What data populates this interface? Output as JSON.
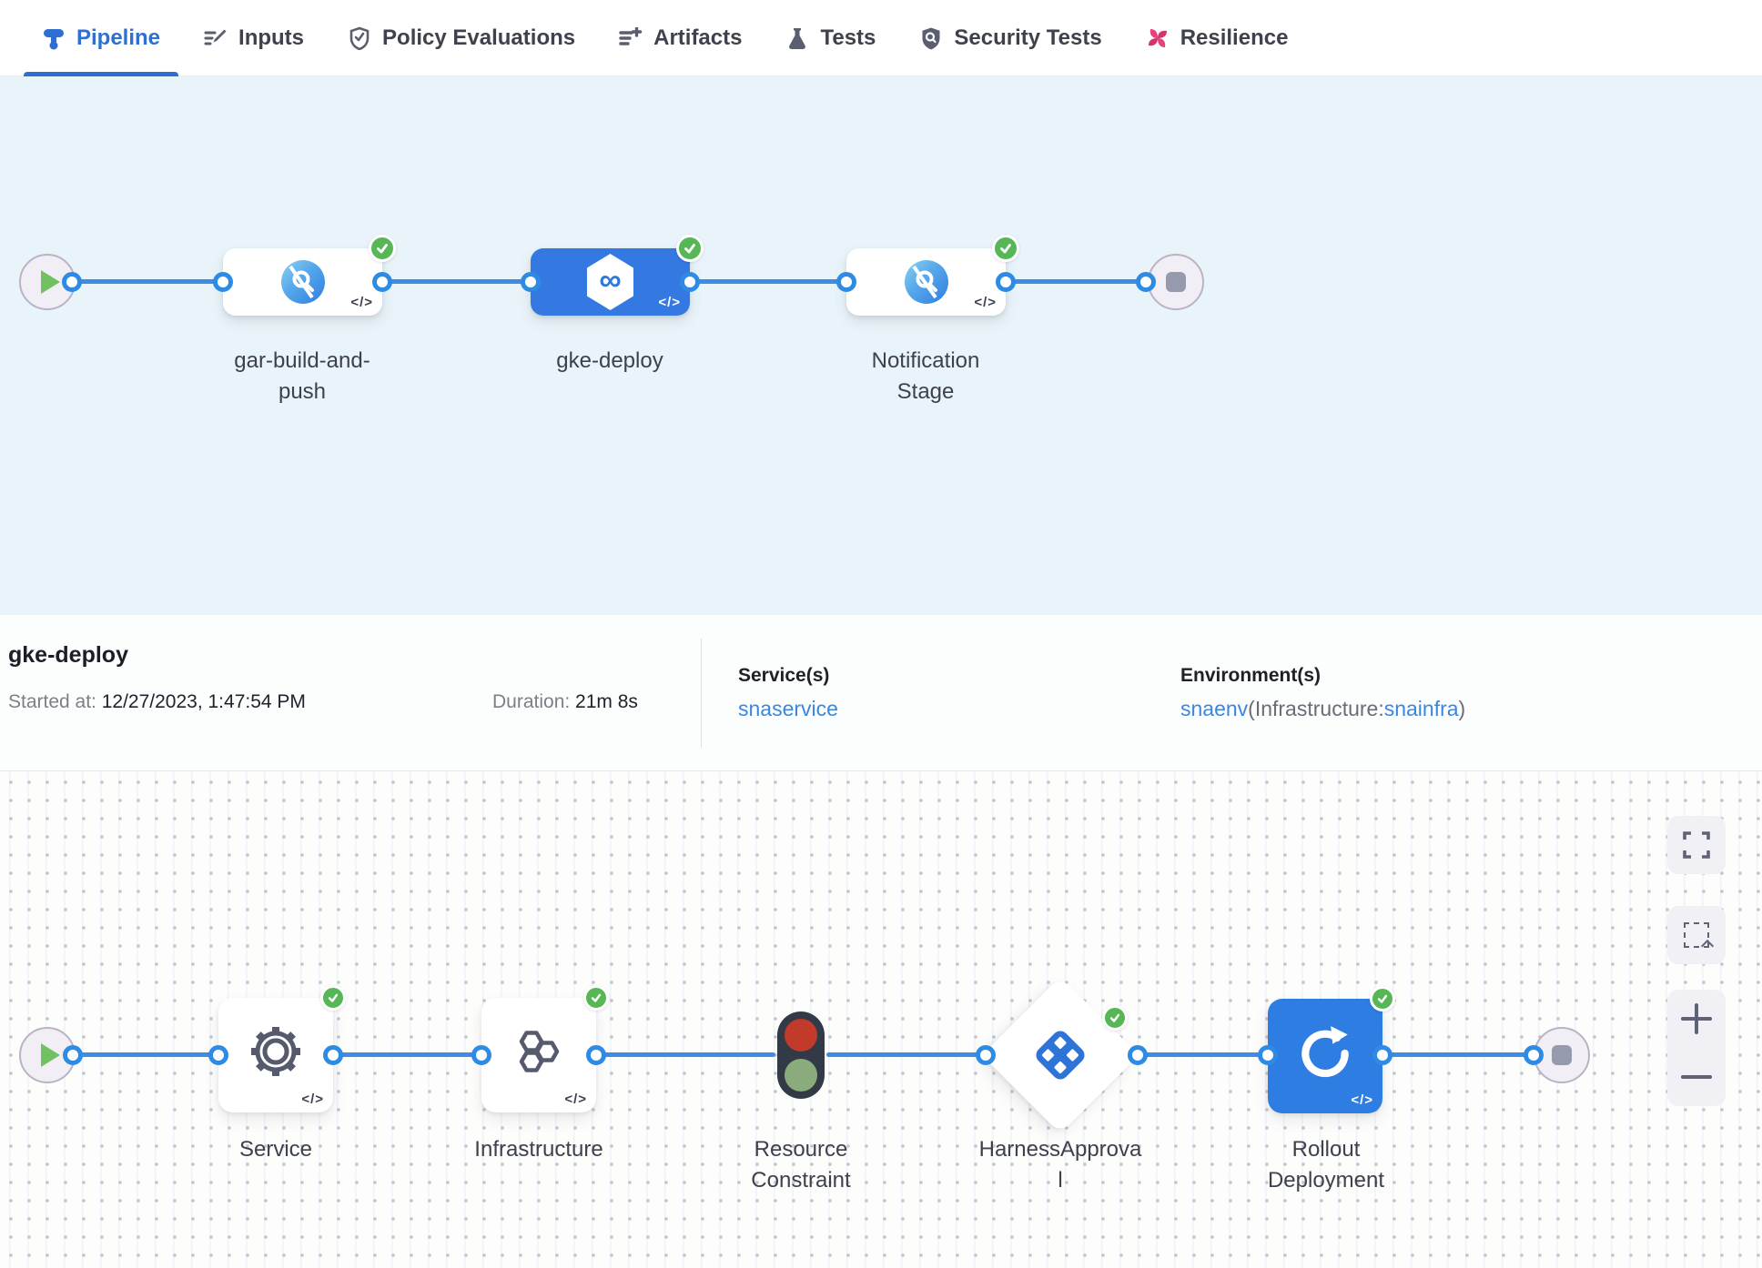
{
  "tabs": {
    "items": [
      {
        "label": "Pipeline",
        "active": true
      },
      {
        "label": "Inputs",
        "active": false
      },
      {
        "label": "Policy Evaluations",
        "active": false
      },
      {
        "label": "Artifacts",
        "active": false
      },
      {
        "label": "Tests",
        "active": false
      },
      {
        "label": "Security Tests",
        "active": false
      },
      {
        "label": "Resilience",
        "active": false
      }
    ]
  },
  "stage_graph": {
    "stages": [
      {
        "name": "gar-build-and-push",
        "status": "success"
      },
      {
        "name": "gke-deploy",
        "status": "success",
        "selected": true
      },
      {
        "name": "Notification Stage",
        "status": "success"
      }
    ],
    "code_glyph": "</>",
    "cd_glyph": "∞"
  },
  "details": {
    "title": "gke-deploy",
    "started_label": "Started at:",
    "started_value": " 12/27/2023, 1:47:54 PM",
    "duration_label": "Duration:",
    "duration_value": " 21m 8s",
    "services_label": "Service(s)",
    "service_name": "snaservice",
    "environments_label": "Environment(s)",
    "env_name": "snaenv",
    "env_infra_prefix": "(Infrastructure:",
    "env_infra_name": "snainfra",
    "env_suffix": ")"
  },
  "execution_graph": {
    "steps": [
      {
        "name": "Service",
        "status": "success"
      },
      {
        "name": "Infrastructure",
        "status": "success"
      },
      {
        "name": "Resource Constraint",
        "status": "none"
      },
      {
        "name": "HarnessApproval",
        "status": "success"
      },
      {
        "name": "Rollout Deployment",
        "status": "success"
      }
    ]
  },
  "colors": {
    "accent_blue": "#2e6fd1",
    "node_blue": "#3478e2",
    "line_blue": "#3e8de4",
    "success_green": "#57b757",
    "link_blue": "#3b87e0",
    "resilience_pink": "#e8417e",
    "stage_canvas_bg": "#e8f4f9"
  }
}
